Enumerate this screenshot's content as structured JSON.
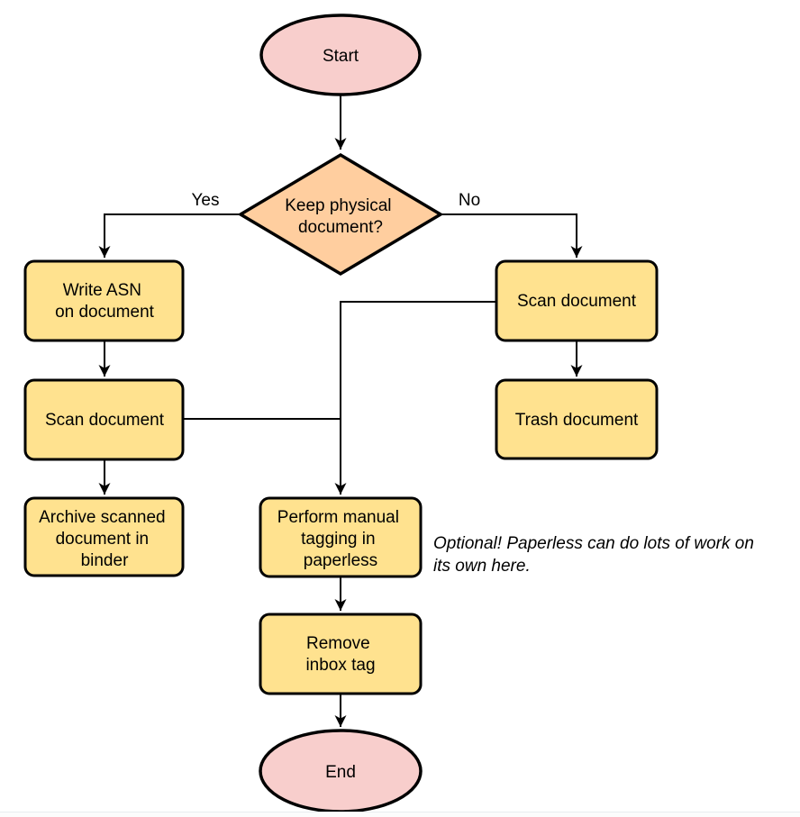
{
  "colors": {
    "terminator_fill": "#F8CECC",
    "decision_fill": "#FFCE9F",
    "process_fill": "#FFE28F",
    "stroke": "#000000"
  },
  "nodes": {
    "start": {
      "label": "Start"
    },
    "decision": {
      "line1": "Keep physical",
      "line2": "document?"
    },
    "write_asn": {
      "line1": "Write ASN",
      "line2": "on document"
    },
    "scan_left": {
      "label": "Scan document"
    },
    "archive": {
      "line1": "Archive scanned",
      "line2": "document in",
      "line3": "binder"
    },
    "scan_right": {
      "label": "Scan document"
    },
    "trash": {
      "label": "Trash document"
    },
    "tagging": {
      "line1": "Perform manual",
      "line2": "tagging in",
      "line3": "paperless"
    },
    "remove_inbox": {
      "line1": "Remove",
      "line2": "inbox tag"
    },
    "end": {
      "label": "End"
    }
  },
  "edge_labels": {
    "yes": "Yes",
    "no": "No"
  },
  "note": {
    "line1": "Optional! Paperless can do lots of work on",
    "line2": "its own here."
  }
}
